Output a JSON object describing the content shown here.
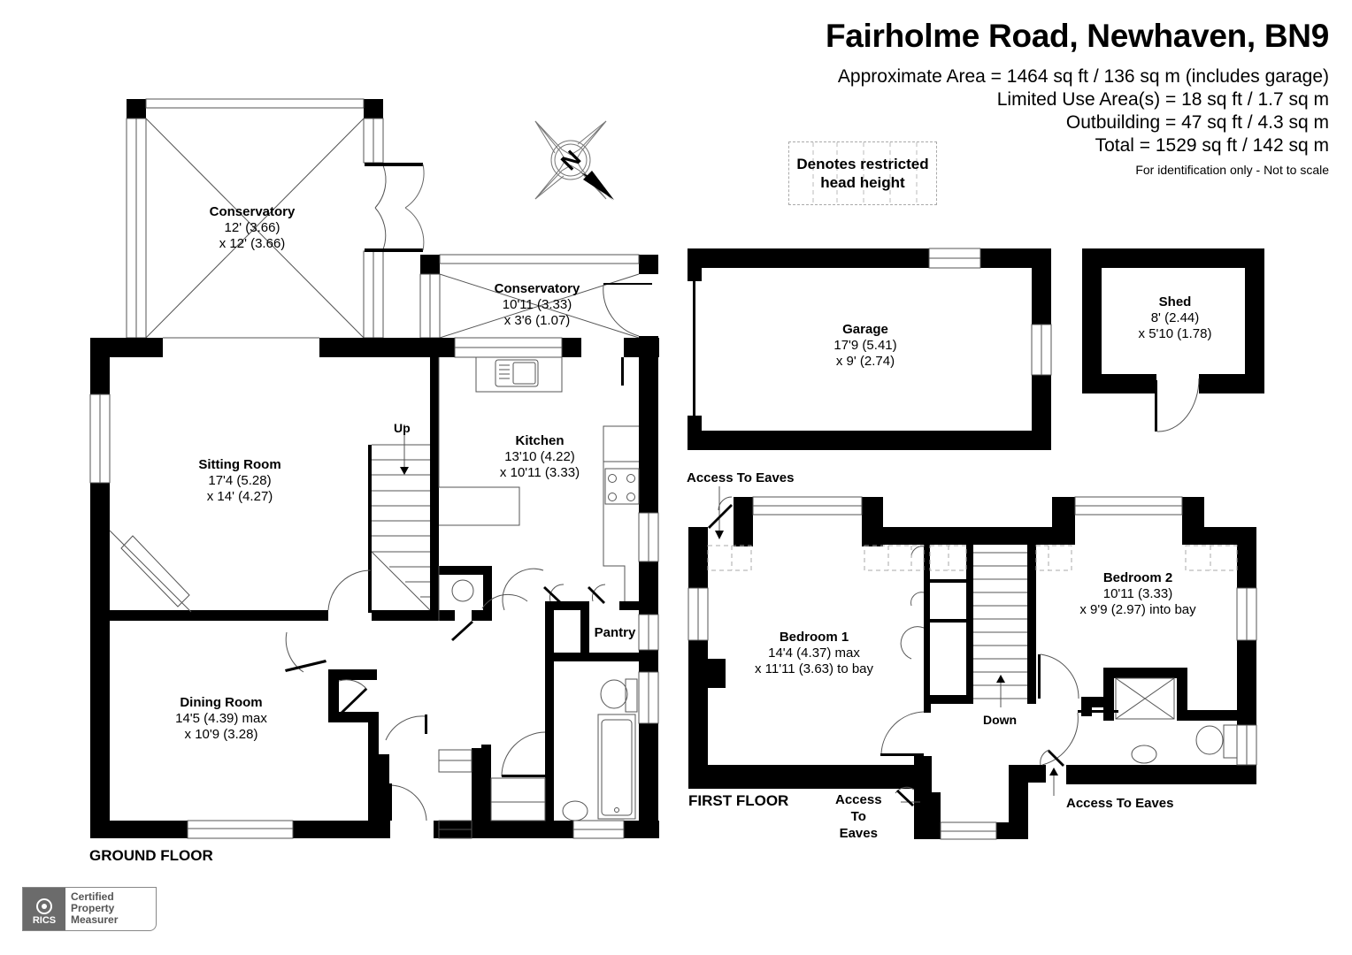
{
  "header": {
    "title": "Fairholme Road, Newhaven, BN9",
    "areas": [
      "Approximate Area = 1464 sq ft / 136 sq m (includes garage)",
      "Limited Use Area(s) = 18 sq ft / 1.7 sq m",
      "Outbuilding = 47 sq ft / 4.3 sq m",
      "Total = 1529 sq ft / 142 sq m"
    ],
    "disclaimer": "For identification only - Not to scale"
  },
  "legend": {
    "restricted_head_height": [
      "Denotes restricted",
      "head height"
    ]
  },
  "compass": {
    "label": "N",
    "icon": "compass-north-icon"
  },
  "ground_floor": {
    "label": "GROUND FLOOR",
    "rooms": [
      {
        "name": "Conservatory",
        "dim1": "12' (3.66)",
        "dim2": "x 12' (3.66)"
      },
      {
        "name": "Conservatory",
        "dim1": "10'11 (3.33)",
        "dim2": "x 3'6 (1.07)"
      },
      {
        "name": "Sitting Room",
        "dim1": "17'4 (5.28)",
        "dim2": "x 14' (4.27)"
      },
      {
        "name": "Kitchen",
        "dim1": "13'10 (4.22)",
        "dim2": "x 10'11 (3.33)"
      },
      {
        "name": "Dining Room",
        "dim1": "14'5 (4.39) max",
        "dim2": "x 10'9 (3.28)"
      },
      {
        "name": "Pantry"
      }
    ],
    "stairs_label": "Up"
  },
  "outbuildings": {
    "rooms": [
      {
        "name": "Garage",
        "dim1": "17'9 (5.41)",
        "dim2": "x 9' (2.74)"
      },
      {
        "name": "Shed",
        "dim1": "8' (2.44)",
        "dim2": "x 5'10 (1.78)"
      }
    ]
  },
  "first_floor": {
    "label": "FIRST FLOOR",
    "rooms": [
      {
        "name": "Bedroom 1",
        "dim1": "14'4 (4.37) max",
        "dim2": "x 11'11 (3.63) to bay"
      },
      {
        "name": "Bedroom 2",
        "dim1": "10'11 (3.33)",
        "dim2": "x 9'9 (2.97) into bay"
      }
    ],
    "stairs_label": "Down",
    "eaves_access": [
      "Access To Eaves",
      [
        "Access",
        "To",
        "Eaves"
      ],
      "Access To Eaves"
    ]
  },
  "badge": {
    "org": "RICS",
    "lines": [
      "Certified",
      "Property",
      "Measurer"
    ]
  }
}
